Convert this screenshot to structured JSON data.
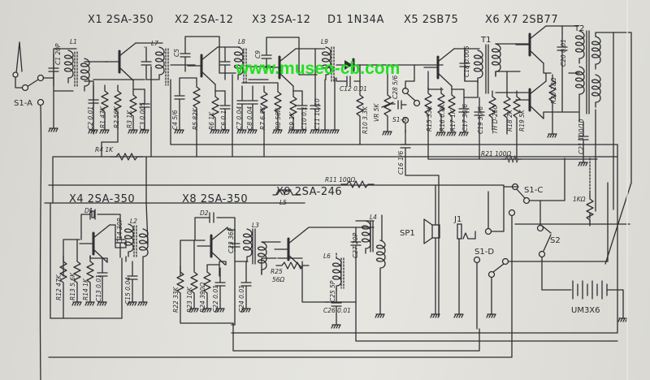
{
  "headers": {
    "x1": "X1 2SA-350",
    "x2": "X2 2SA-12",
    "x3": "X3 2SA-12",
    "d1": "D1 1N34A",
    "x5": "X5 2SB75",
    "x67": "X6 X7 2SB77",
    "x4": "X4 2SA-350",
    "x8": "X8 2SA-350",
    "x9": "X9 2SA-246"
  },
  "watermark": "www.museo-cb.com",
  "switches": {
    "s1a": "S1-A",
    "s1b": "S1-B",
    "s1c": "S1-C",
    "s1d": "S1-D",
    "s2": "S2"
  },
  "parts": {
    "sp1": "SP1",
    "j1": "J1",
    "battery": "UM3X6",
    "r_1k_ohm": "1KΩ",
    "t1": "T1",
    "t2": "T2",
    "r4": "R4 1K",
    "r11": "R11 100Ω",
    "r21": "R21 100Ω",
    "r25": "R25",
    "r25v": "56Ω"
  },
  "labels": {
    "L1": "L1",
    "L7": "L7",
    "L8": "L8",
    "L9": "L9",
    "L2": "L2",
    "L3": "L3",
    "L4": "L4",
    "L5": "L5",
    "L6": "L6",
    "C1": "C1 20P",
    "C2": "C2 0.01",
    "R1": "R1 47K",
    "R2": "R2 56K",
    "R3": "R3 1K",
    "C3": "C3 0.005",
    "C5": "C5",
    "C4": "C4 5/6",
    "R5": "R5 82K",
    "R6": "R6 1K",
    "C6": "C6 0.1",
    "C9": "C9",
    "C7": "C7 0.04",
    "C8": "C8 0.04",
    "R7": "R7 6.8K",
    "R8": "R8 56K",
    "R9": "R9 1K",
    "C10": "C10 0.1",
    "C11": "C11 10/10",
    "C12": "C12 0.01",
    "R10": "R10 3.3K",
    "VR": "VR 5K",
    "C28": "C28 5/6",
    "C16": "C16 1/6",
    "R15": "R15 33K",
    "R16": "R16 6.8K",
    "R17": "R17 1K",
    "C17": "C17 30/6",
    "C18": "C18 0.005",
    "C19": "C19 30/6",
    "TH": "TH D-250",
    "R18": "R18 2K",
    "R19": "R19 5K",
    "R20": "R20 18Ω",
    "C20": "C20 0.01",
    "C21": "C21 100/10",
    "D1x": "D1",
    "R12": "R12 47K",
    "R13": "R13 5.6K",
    "R14": "R14 1K",
    "C13": "C13 0.01",
    "C14": "C14 30P",
    "C15": "C15 0.04",
    "D2": "D2",
    "R22": "R22 33K",
    "R23": "R23 10K",
    "R24": "R24 390Ω",
    "C22": "C22 0.01",
    "C23": "C23 36P",
    "C24": "C24 0.01",
    "C25": "C25 5P",
    "C26": "C26 0.01",
    "C27": "C27 20P"
  }
}
